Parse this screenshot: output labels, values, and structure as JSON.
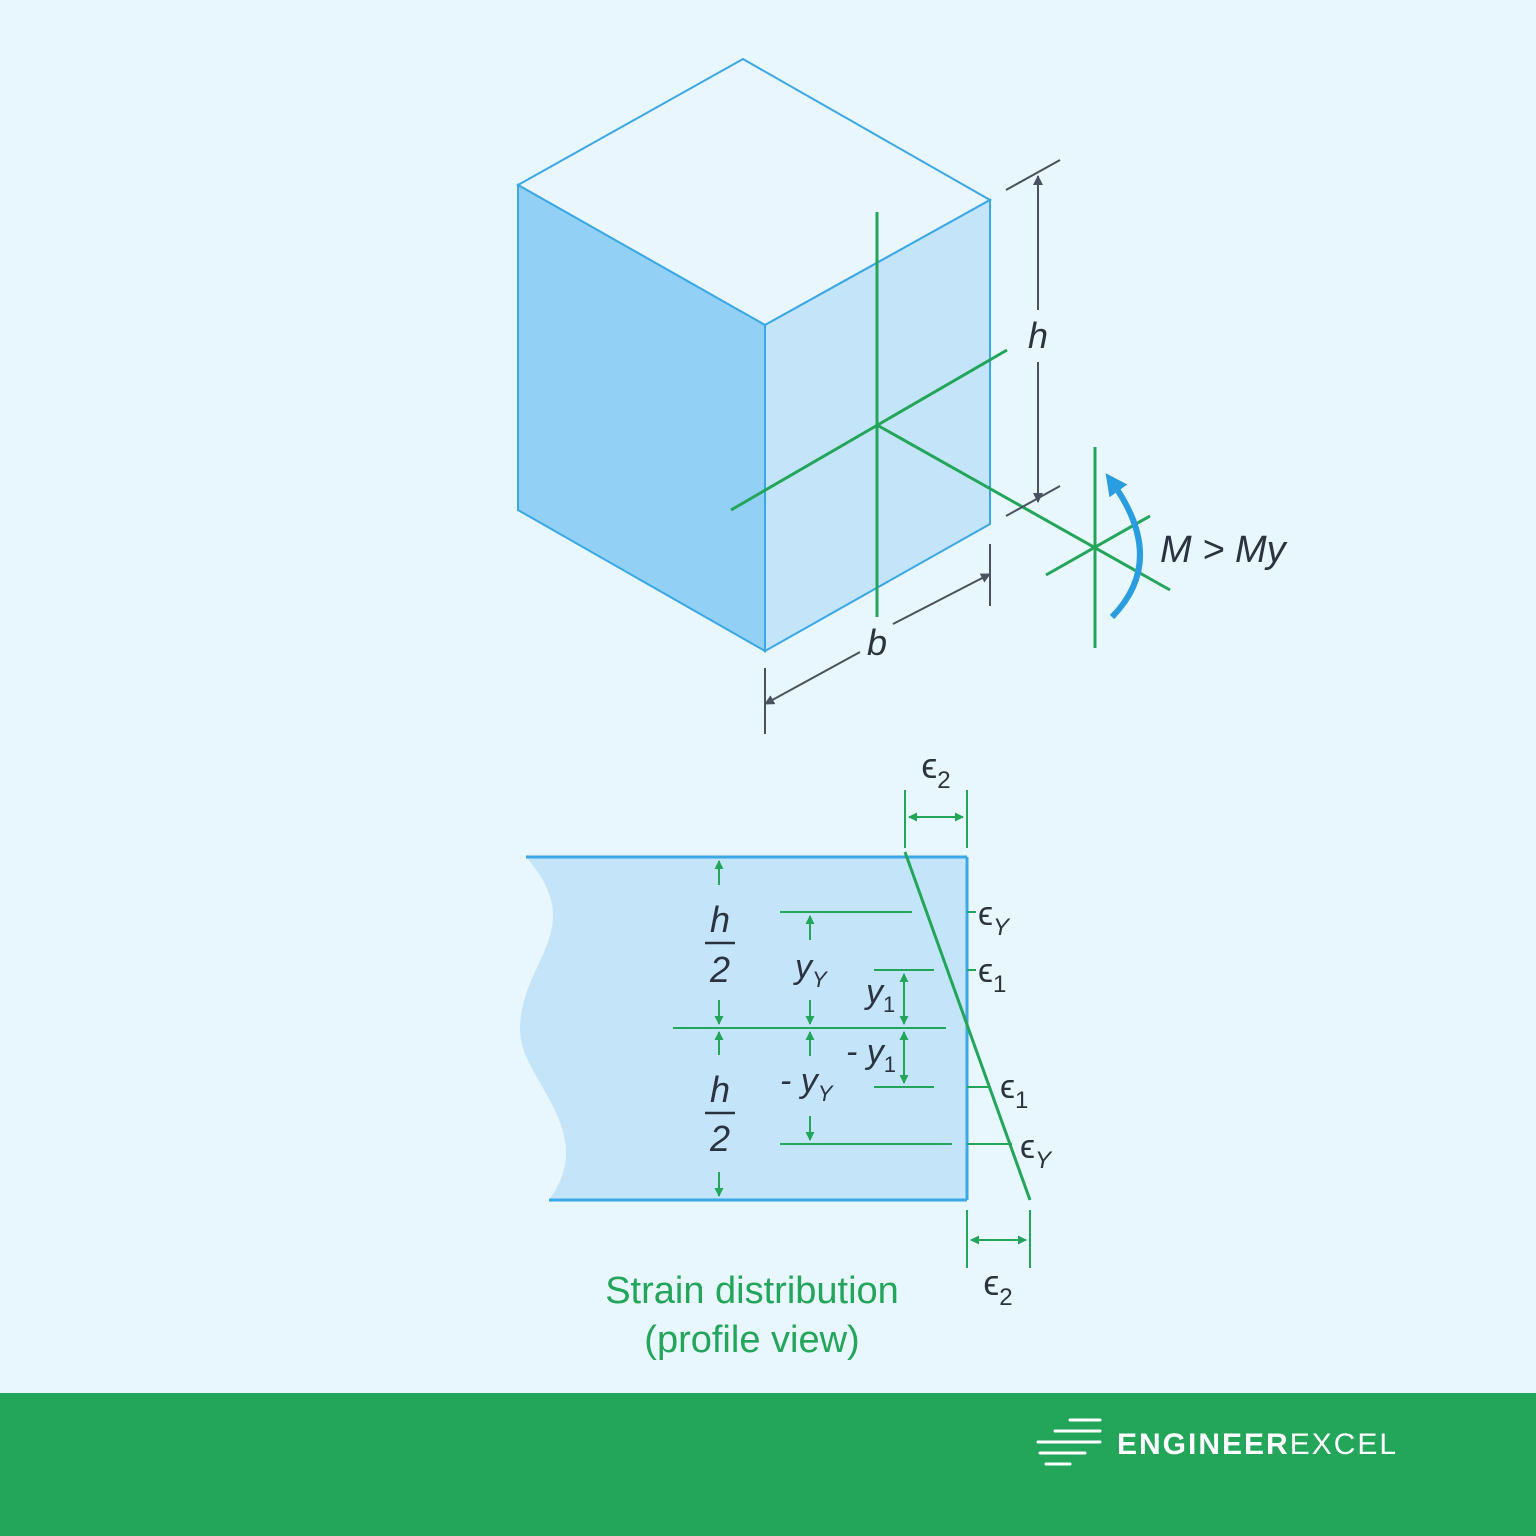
{
  "colors": {
    "background": "#e8f6fd",
    "beam_edge": "#3aa7e6",
    "face_top": "#eaf6fd",
    "face_left": "#92d0f6",
    "face_front": "#c4e5f9",
    "axis_green": "#23a55a",
    "dimension_gray": "#4a5160",
    "moment_blue": "#2a9de0",
    "footer": "#23a55a"
  },
  "labels": {
    "h": "h",
    "b": "b",
    "moment": "M > My",
    "eps2_top": "ϵ",
    "eps2_top_sub": "2",
    "epsY_top": "ϵ",
    "epsY_top_sub": "Y",
    "eps1_top": "ϵ",
    "eps1_top_sub": "1",
    "eps1_bot": "ϵ",
    "eps1_bot_sub": "1",
    "epsY_bot": "ϵ",
    "epsY_bot_sub": "Y",
    "eps2_bot": "ϵ",
    "eps2_bot_sub": "2",
    "h_half_num_top": "h",
    "h_half_den_top": "2",
    "h_half_num_bot": "h",
    "h_half_den_bot": "2",
    "yY": "y",
    "yY_sub": "Y",
    "y1": "y",
    "y1_sub": "1",
    "neg_y1": "- y",
    "neg_y1_sub": "1",
    "neg_yY": "- y",
    "neg_yY_sub": "Y"
  },
  "caption": {
    "line1": "Strain distribution",
    "line2": "(profile view)"
  },
  "footer": {
    "brand_bold": "ENGINEER",
    "brand_light": "EXCEL"
  }
}
